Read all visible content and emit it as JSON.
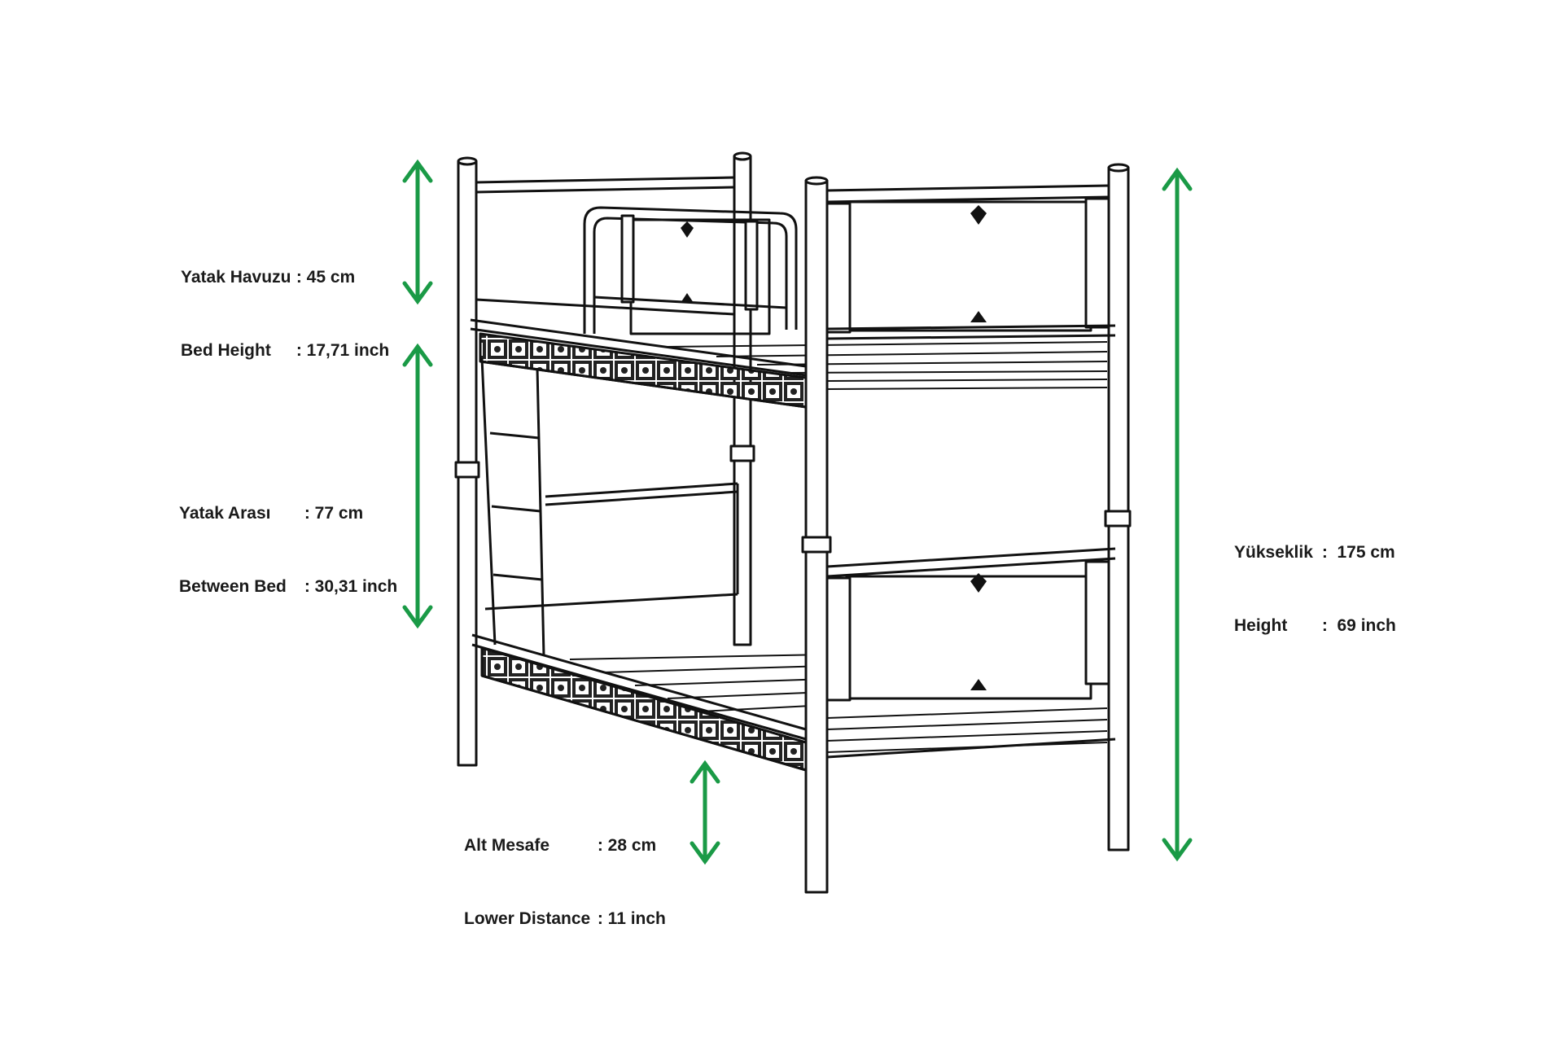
{
  "colors": {
    "arrow": "#1a9a46",
    "line": "#111111",
    "background": "#ffffff"
  },
  "dimensions": [
    {
      "name_tr": "Yatak Havuzu",
      "value_tr": ": 45 cm",
      "name_en": "Bed Height",
      "value_en": ": 17,71 inch"
    },
    {
      "name_tr": "Yatak Arası",
      "value_tr": ": 77 cm",
      "name_en": "Between Bed",
      "value_en": ": 30,31 inch"
    },
    {
      "name_tr": "Alt Mesafe",
      "value_tr": ": 28 cm",
      "name_en": "Lower Distance",
      "value_en": ": 11 inch"
    },
    {
      "name_tr": "Yükseklik",
      "value_tr": ":  175 cm",
      "name_en": "Height",
      "value_en": ":  69 inch"
    }
  ],
  "icons": [
    "double-arrow-icon",
    "bunk-bed-illustration"
  ]
}
